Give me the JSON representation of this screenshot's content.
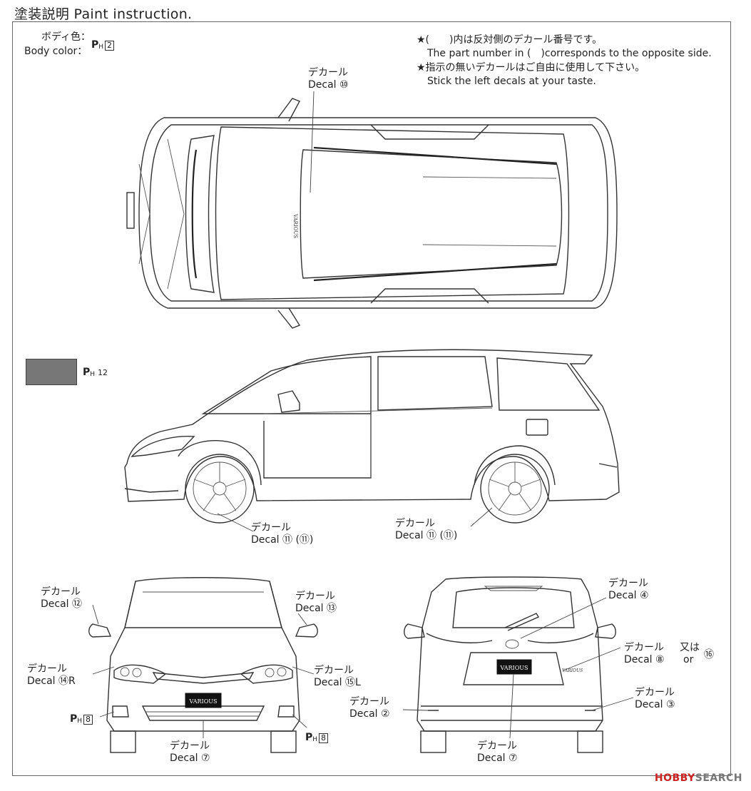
{
  "title": "塗装説明 Paint instruction.",
  "body_color": {
    "label_jp": "ボディ色：",
    "label_en": "Body color：",
    "paint_code": "2"
  },
  "swatch": {
    "color": "#777777",
    "paint_code": "12"
  },
  "notes": {
    "line1_jp": "★(　　)内は反対側のデカール番号です。",
    "line1_en": "The part number in (　)corresponds to the opposite side.",
    "line2_jp": "★指示の無いデカールはご自由に使用して下さい。",
    "line2_en": "Stick the left decals at your taste."
  },
  "paint_prefix": "P",
  "paint_sub": "H",
  "decal_jp": "デカール",
  "decal_en": "Decal",
  "decals": {
    "roof": "⑩",
    "front_wheel": "⑪ (⑪)",
    "rear_wheel": "⑪ (⑪)",
    "front_mirror_left": "⑫",
    "front_mirror_right": "⑬",
    "front_headlight_right": "⑭R",
    "front_headlight_left": "⑮L",
    "front_plate": "⑦",
    "rear_window": "④",
    "rear_emblem": "⑧",
    "rear_emblem_alt": "⑯",
    "rear_lower_left": "②",
    "rear_lower_right": "③",
    "rear_plate": "⑦"
  },
  "or_jp": "又は",
  "or_en": "or",
  "front_paint_code": "8",
  "plate_text": "VARIOUS",
  "roof_text": "VARIOUS",
  "watermark": {
    "brand": "HOBBY",
    "suffix": "SEARCH"
  }
}
